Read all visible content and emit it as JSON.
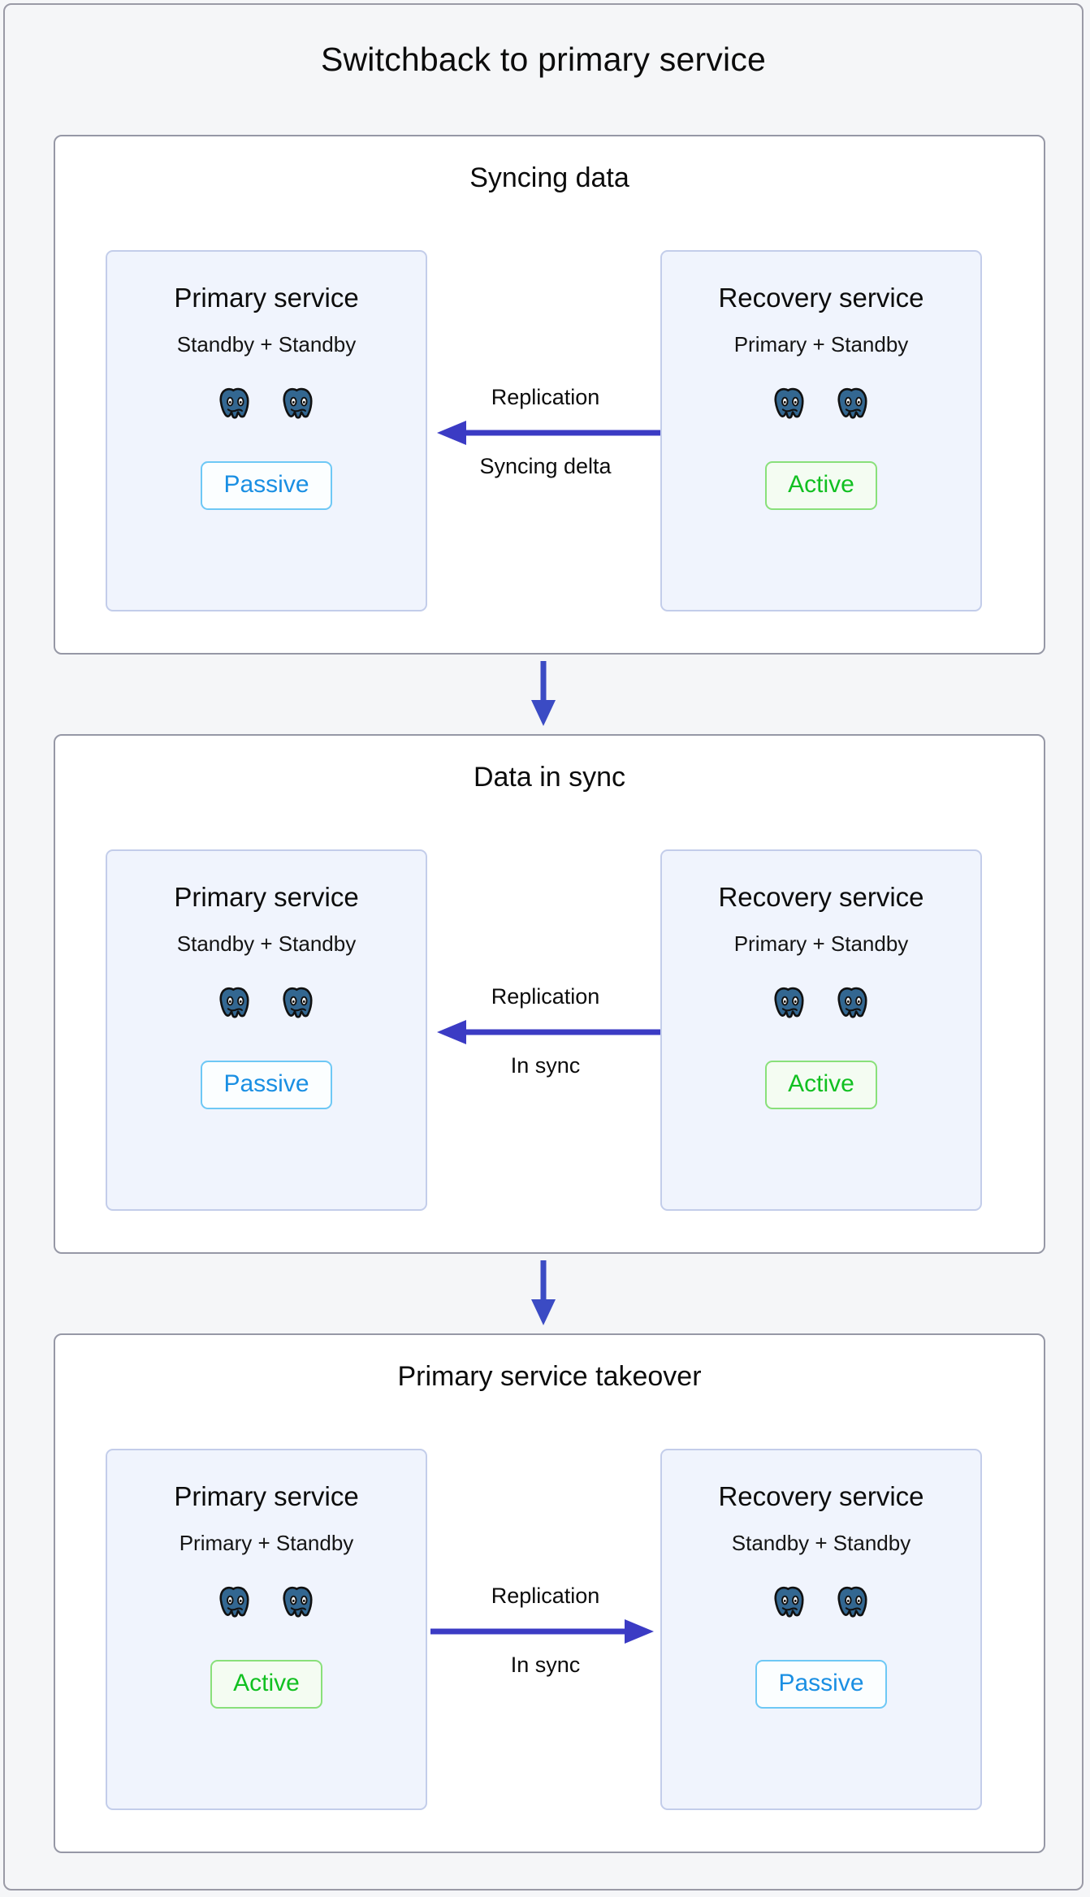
{
  "diagram": {
    "title": "Switchback to primary service",
    "colors": {
      "page_background": "#f5f6f8",
      "panel_border": "#9698a6",
      "service_box_fill": "#f0f4fd",
      "service_box_border": "#c3cdea",
      "arrow": "#3b3bc4",
      "active_text": "#11c021",
      "active_border": "#89e07a",
      "passive_text": "#1a8fe3",
      "passive_border": "#6ec8f5",
      "postgres_elephant": "#336791"
    },
    "connector_icon": "down-arrow-icon",
    "stages": [
      {
        "title": "Syncing data",
        "left": {
          "name": "Primary service",
          "roles": "Standby + Standby",
          "nodes": 2,
          "node_icon": "postgres-elephant-icon",
          "badge": "Passive",
          "badge_state": "passive"
        },
        "right": {
          "name": "Recovery service",
          "roles": "Primary + Standby",
          "nodes": 2,
          "node_icon": "postgres-elephant-icon",
          "badge": "Active",
          "badge_state": "active"
        },
        "link": {
          "label_top": "Replication",
          "label_bottom": "Syncing delta",
          "direction": "left",
          "icon": "left-arrow-icon"
        }
      },
      {
        "title": "Data in sync",
        "left": {
          "name": "Primary service",
          "roles": "Standby + Standby",
          "nodes": 2,
          "node_icon": "postgres-elephant-icon",
          "badge": "Passive",
          "badge_state": "passive"
        },
        "right": {
          "name": "Recovery service",
          "roles": "Primary + Standby",
          "nodes": 2,
          "node_icon": "postgres-elephant-icon",
          "badge": "Active",
          "badge_state": "active"
        },
        "link": {
          "label_top": "Replication",
          "label_bottom": "In sync",
          "direction": "left",
          "icon": "left-arrow-icon"
        }
      },
      {
        "title": "Primary service takeover",
        "left": {
          "name": "Primary service",
          "roles": "Primary + Standby",
          "nodes": 2,
          "node_icon": "postgres-elephant-icon",
          "badge": "Active",
          "badge_state": "active"
        },
        "right": {
          "name": "Recovery service",
          "roles": "Standby + Standby",
          "nodes": 2,
          "node_icon": "postgres-elephant-icon",
          "badge": "Passive",
          "badge_state": "passive"
        },
        "link": {
          "label_top": "Replication",
          "label_bottom": "In sync",
          "direction": "right",
          "icon": "right-arrow-icon"
        }
      }
    ]
  }
}
